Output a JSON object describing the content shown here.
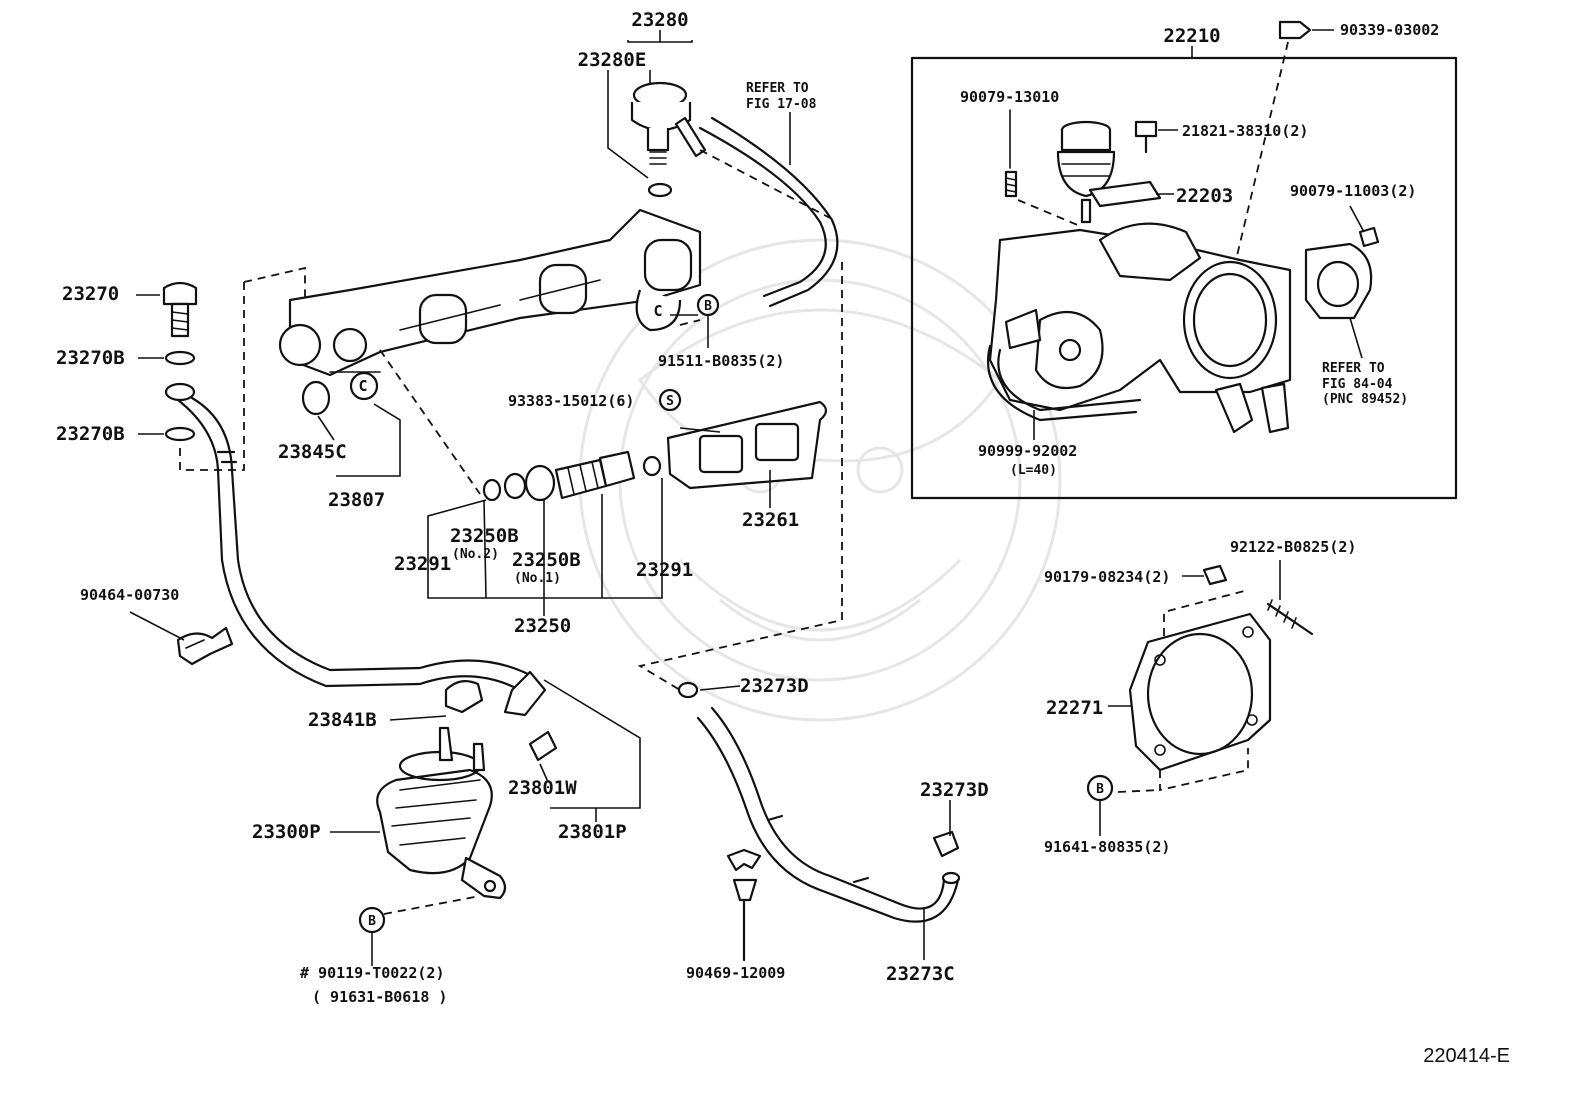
{
  "diagram": {
    "figure_id": "220414-E",
    "labels": {
      "p23280": "23280",
      "p23280E": "23280E",
      "refer_17_08_a": "REFER TO",
      "refer_17_08_b": "FIG 17-08",
      "p22210": "22210",
      "p90339": "90339-03002",
      "p90079_13010": "90079-13010",
      "p21821": "21821-38310(2)",
      "p22203": "22203",
      "p90079_11003": "90079-11003(2)",
      "refer_84_04_a": "REFER TO",
      "refer_84_04_b": "FIG 84-04",
      "refer_84_04_c": "(PNC 89452)",
      "p90999_a": "90999-92002",
      "p90999_b": "(L=40)",
      "p23270": "23270",
      "p23270B_1": "23270B",
      "p23270B_2": "23270B",
      "p91511": "91511-B0835(2)",
      "p93383": "93383-15012(6)",
      "p23845C": "23845C",
      "p23807": "23807",
      "p23250B_2a": "23250B",
      "p23250B_2b": "(No.2)",
      "p23250B_1a": "23250B",
      "p23250B_1b": "(No.1)",
      "p23291_l": "23291",
      "p23291_r": "23291",
      "p23250": "23250",
      "p23261": "23261",
      "p90464": "90464-00730",
      "p23841B": "23841B",
      "p23801W": "23801W",
      "p23801P": "23801P",
      "p23300P": "23300P",
      "p90119_a": "# 90119-T0022(2)",
      "p90119_b": "( 91631-B0618 )",
      "p23273D_1": "23273D",
      "p23273D_2": "23273D",
      "p23273C": "23273C",
      "p90469": "90469-12009",
      "p92122": "92122-B0825(2)",
      "p90179": "90179-08234(2)",
      "p22271": "22271",
      "p91641": "91641-80835(2)",
      "marker_b": "B",
      "marker_c": "C",
      "marker_s": "S"
    }
  }
}
